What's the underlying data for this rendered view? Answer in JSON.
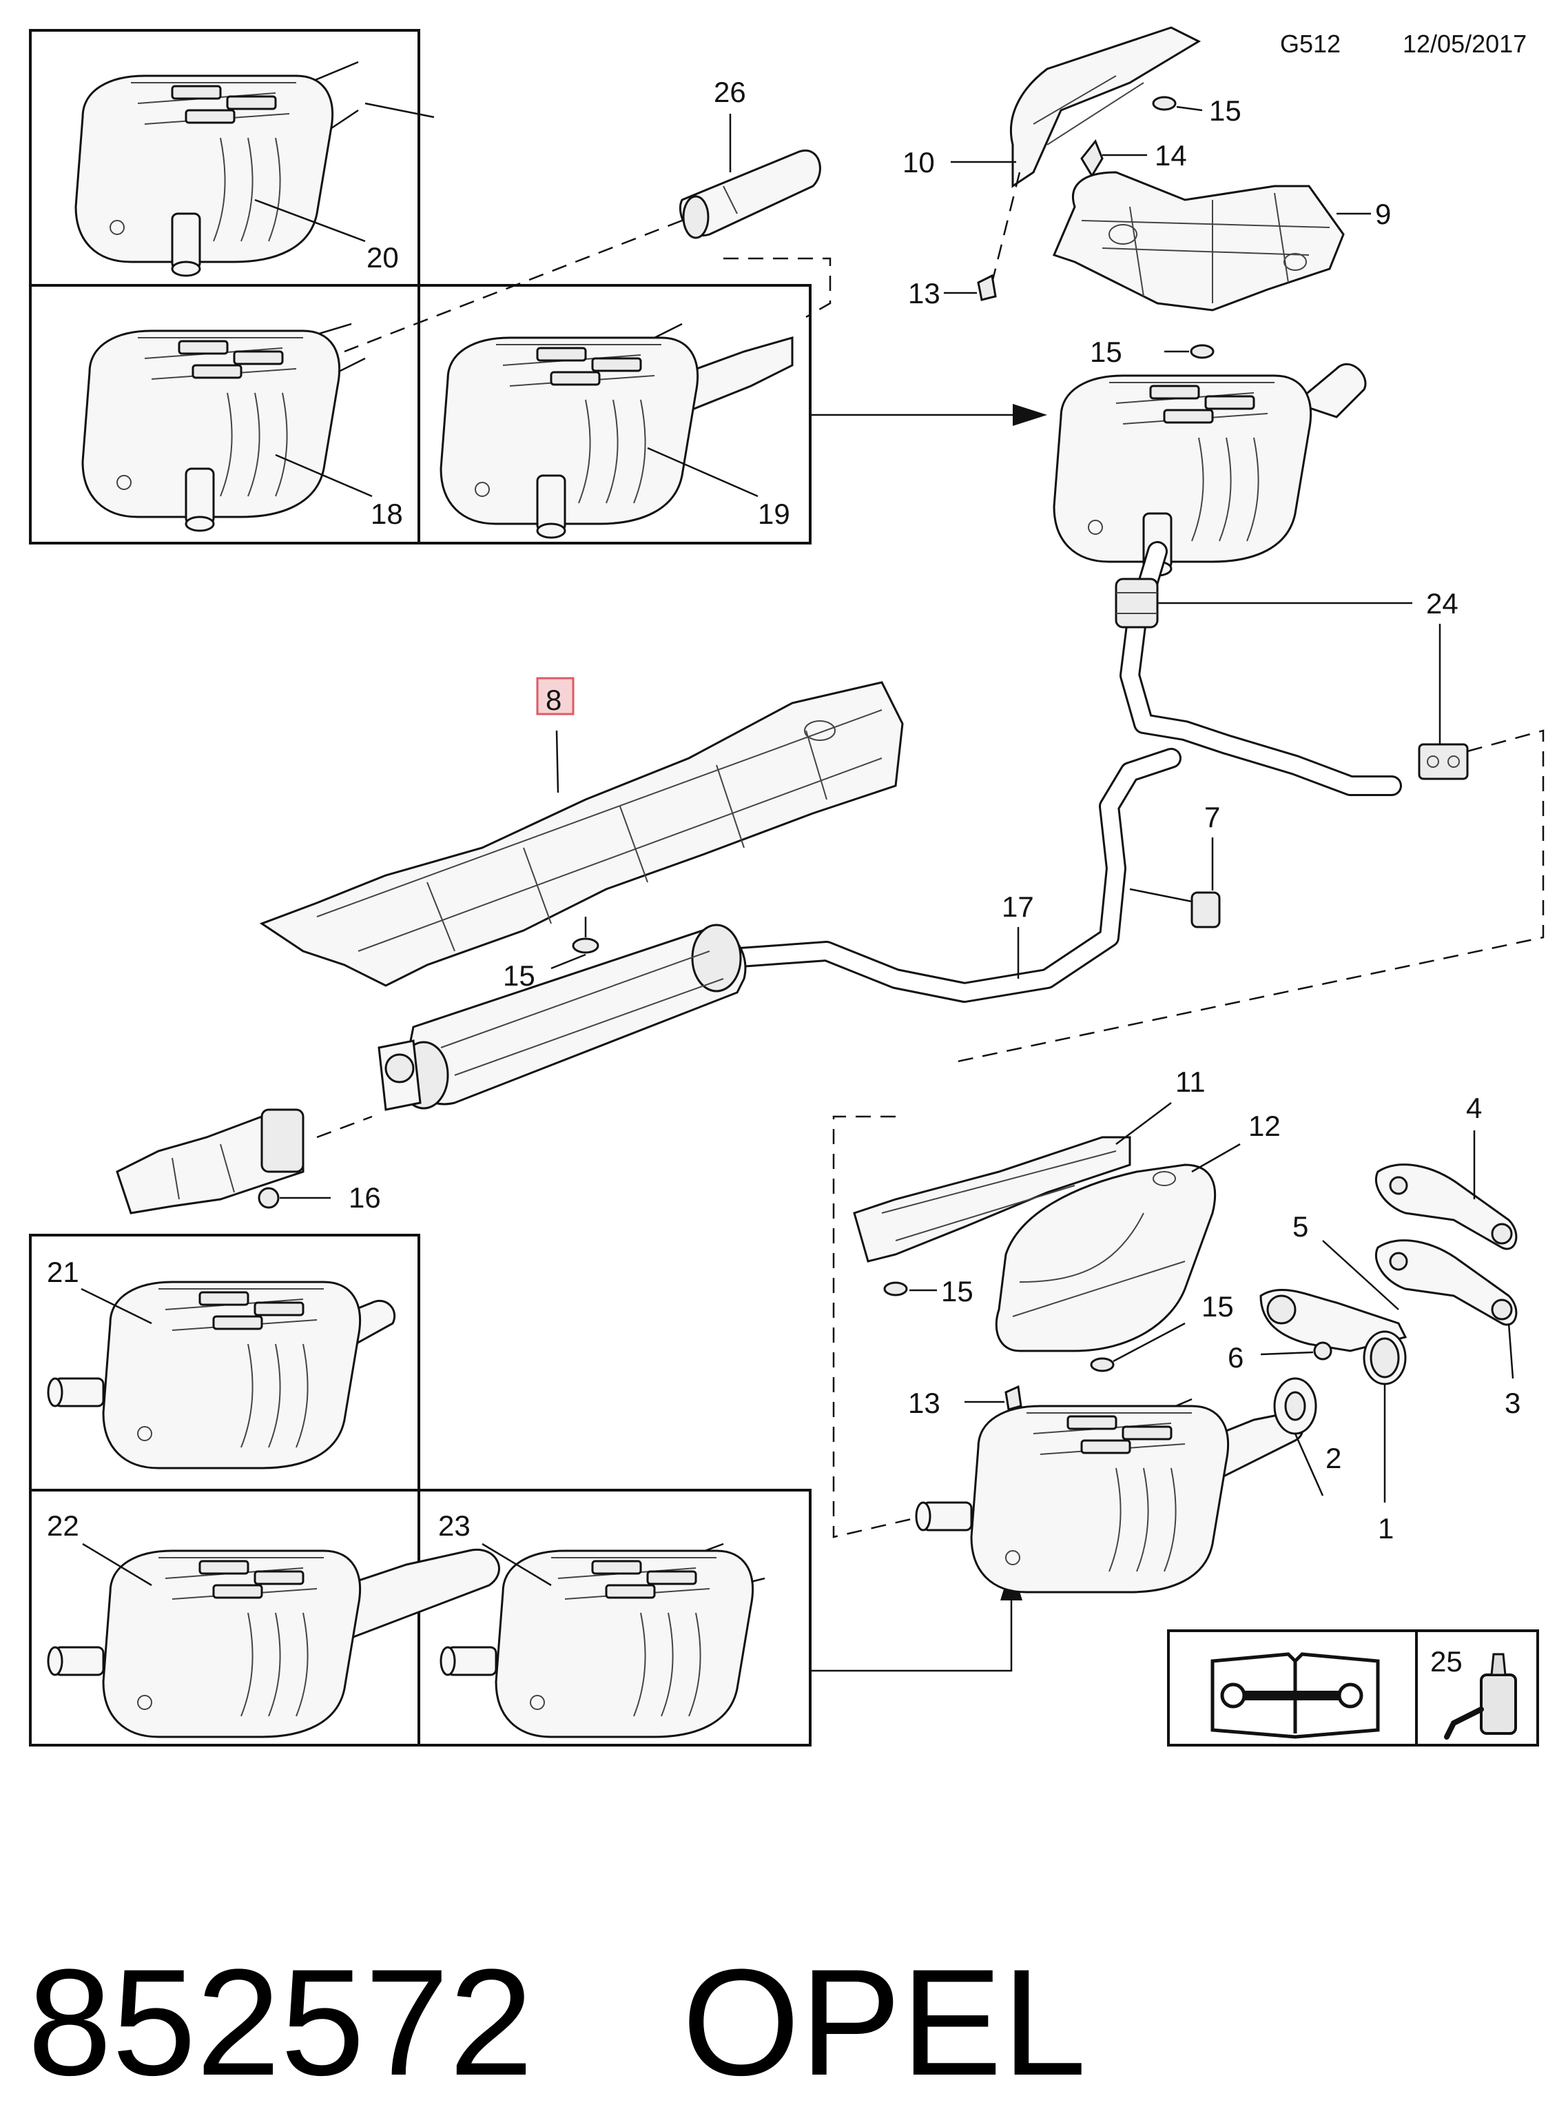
{
  "header": {
    "code": "G512",
    "date": "12/05/2017"
  },
  "footer": {
    "part_number": "852572",
    "brand": "OPEL"
  },
  "callouts": {
    "c1": "1",
    "c2": "2",
    "c3": "3",
    "c4": "4",
    "c5": "5",
    "c6": "6",
    "c7": "7",
    "c8": "8",
    "c9": "9",
    "c10": "10",
    "c11": "11",
    "c12": "12",
    "c13a": "13",
    "c13b": "13",
    "c14": "14",
    "c15a": "15",
    "c15b": "15",
    "c15c": "15",
    "c15d": "15",
    "c15e": "15",
    "c16": "16",
    "c17": "17",
    "c18": "18",
    "c19": "19",
    "c20": "20",
    "c21": "21",
    "c22": "22",
    "c23": "23",
    "c24": "24",
    "c25": "25",
    "c26": "26"
  },
  "colors": {
    "highlight_fill": "#f6d4d6",
    "highlight_stroke": "#e05a64"
  },
  "icons": {
    "manual": "repair-manual-icon",
    "sealant": "sealant-bottle-icon"
  }
}
